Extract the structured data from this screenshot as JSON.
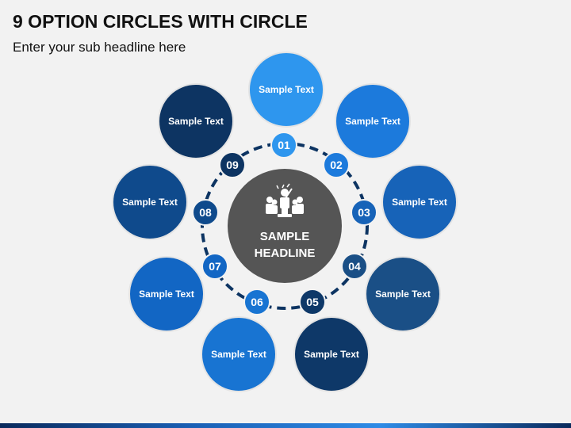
{
  "header": {
    "title": "9 OPTION CIRCLES WITH CIRCLE",
    "subtitle": "Enter your sub headline here"
  },
  "center": {
    "headline_line1": "SAMPLE",
    "headline_line2": "HEADLINE",
    "icon": "people-leader-icon"
  },
  "options": [
    {
      "number": "01",
      "text": "Sample Text",
      "color": "#2e96ee"
    },
    {
      "number": "02",
      "text": "Sample Text",
      "color": "#1c7adc"
    },
    {
      "number": "03",
      "text": "Sample Text",
      "color": "#1763b8"
    },
    {
      "number": "04",
      "text": "Sample Text",
      "color": "#1a4f86"
    },
    {
      "number": "05",
      "text": "Sample Text",
      "color": "#0e3868"
    },
    {
      "number": "06",
      "text": "Sample Text",
      "color": "#1874d2"
    },
    {
      "number": "07",
      "text": "Sample Text",
      "color": "#1266c4"
    },
    {
      "number": "08",
      "text": "Sample Text",
      "color": "#0f4a8c"
    },
    {
      "number": "09",
      "text": "Sample Text",
      "color": "#0d3462"
    }
  ],
  "colors": {
    "center_circle": "#555555",
    "ring_dash": "#0d3462"
  }
}
